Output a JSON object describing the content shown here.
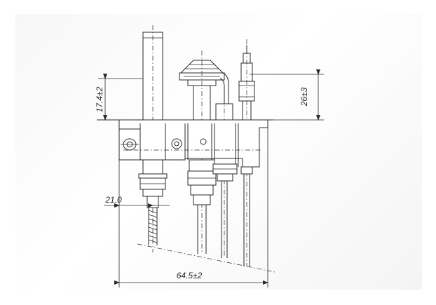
{
  "dimensions": {
    "top_left_height": "17.4±2",
    "top_right_height": "26±3",
    "left_offset": "21.0",
    "bottom_width": "64.5±2"
  },
  "colors": {
    "line": "#2a2a2a",
    "background": "#ffffff"
  }
}
